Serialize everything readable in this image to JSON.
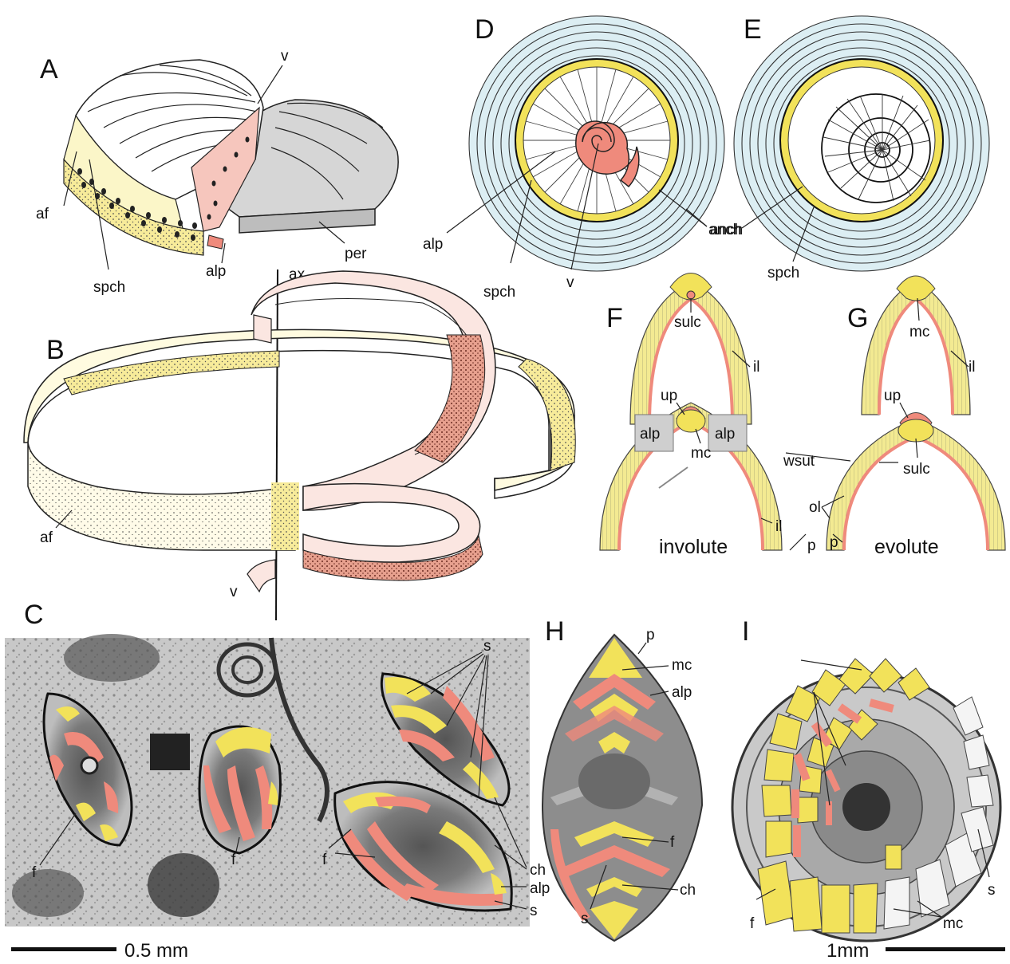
{
  "panels": {
    "A": {
      "label": "A",
      "terms": {
        "v": "v",
        "af": "af",
        "spch": "spch",
        "alp": "alp",
        "per": "per"
      }
    },
    "B": {
      "label": "B",
      "terms": {
        "ax": "ax",
        "af": "af",
        "v": "v"
      }
    },
    "C": {
      "label": "C",
      "terms": {
        "s": "s",
        "f_left": "f",
        "f_mid": "f",
        "f_right": "f",
        "ch": "ch",
        "alp": "alp",
        "s_low": "s"
      },
      "scale": "0.5 mm"
    },
    "D": {
      "label": "D",
      "terms": {
        "alp": "alp",
        "spch": "spch",
        "v": "v",
        "anch": "anch"
      }
    },
    "E": {
      "label": "E",
      "terms": {
        "anch": "anch",
        "spch": "spch"
      }
    },
    "F": {
      "label": "F",
      "terms": {
        "sulc": "sulc",
        "il": "il",
        "up": "up",
        "alp_l": "alp",
        "alp_r": "alp",
        "mc": "mc",
        "il_low": "il",
        "p": "p"
      },
      "caption": "involute"
    },
    "G": {
      "label": "G",
      "terms": {
        "mc": "mc",
        "il": "il",
        "up": "up",
        "wsut": "wsut",
        "ol": "ol",
        "sulc": "sulc",
        "p": "p"
      },
      "caption": "evolute"
    },
    "H": {
      "label": "H",
      "terms": {
        "p": "p",
        "mc": "mc",
        "alp": "alp",
        "f": "f",
        "ch": "ch",
        "s": "s"
      }
    },
    "I": {
      "label": "I",
      "terms": {
        "s": "s",
        "f": "f",
        "mc": "mc"
      },
      "scale": "1mm"
    }
  },
  "colors": {
    "yellow": "#f2e25a",
    "pale_yellow": "#fbf6c8",
    "salmon": "#ef8a7c",
    "pale_salmon": "#f8d3cc",
    "light_blue": "#dceef3",
    "grey": "#cfcfcf",
    "rock": "#9a9a9a"
  }
}
